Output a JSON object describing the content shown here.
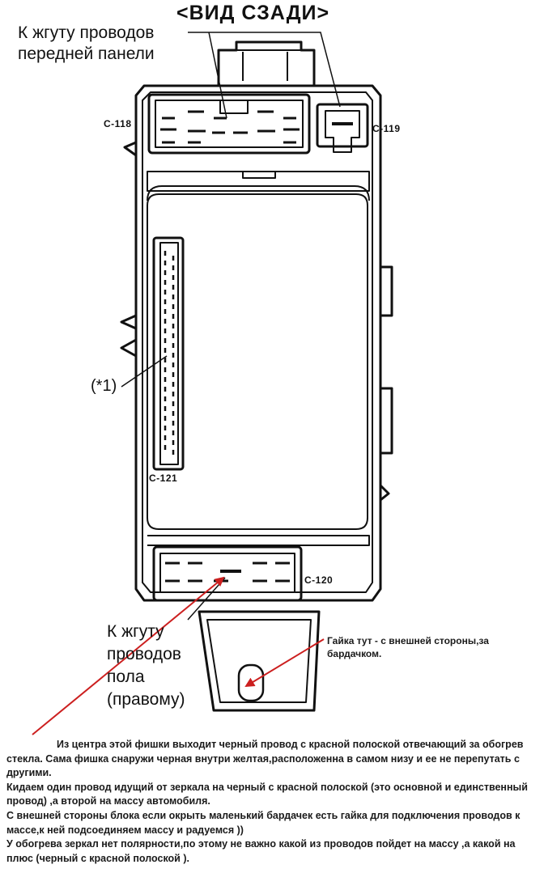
{
  "diagram": {
    "view_label": "<ВИД СЗАДИ>",
    "harness_front_line1": "К жгуту проводов",
    "harness_front_line2": "передней панели",
    "connectors": {
      "c118": "C-118",
      "c119": "C-119",
      "c121": "C-121",
      "c120": "C-120"
    },
    "note_mark": "(*1)",
    "harness_floor_line1": "К жгуту",
    "harness_floor_line2": "проводов",
    "harness_floor_line3": "пола",
    "harness_floor_line4": "(правому)",
    "nut_note_line1": "Гайка тут - с внешней стороны,за",
    "nut_note_line2": "бардачком.",
    "arrow_color": "#cc1f1f"
  },
  "instructions": {
    "p1": "Из центра этой фишки выходит черный провод с красной полоской отвечающий за обогрев стекла. Сама фишка снаружи черная внутри желтая,расположенна в самом низу и ее не перепутать с другими.",
    "p2": "Кидаем один провод идущий от зеркала на черный с красной полоской (это основной и единственный провод) ,а второй на массу автомобиля.",
    "p3": "С внешней стороны блока если окрыть маленький бардачек есть гайка для подключения проводов к массе,к ней подсоединяем массу и радуемся ))",
    "p4": "У обогрева зеркал нет полярности,по этому не важно какой из проводов пойдет на массу ,а какой на плюс (черный с красной полоской )."
  }
}
